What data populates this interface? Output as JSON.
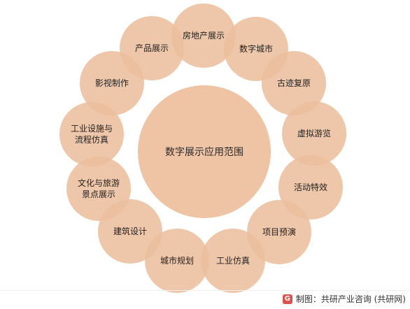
{
  "center_label": "数字展示应用范围",
  "nodes": [
    {
      "label": "房地产展示"
    },
    {
      "label": "数字城市"
    },
    {
      "label": "古迹复原"
    },
    {
      "label": "虚拟游览"
    },
    {
      "label": "活动特效"
    },
    {
      "label": "项目预演"
    },
    {
      "label": "工业仿真"
    },
    {
      "label": "城市规划"
    },
    {
      "label": "建筑设计"
    },
    {
      "label": "文化与旅游\n景点展示"
    },
    {
      "label": "工业设施与\n流程仿真"
    },
    {
      "label": "影视制作"
    },
    {
      "label": "产品展示"
    }
  ],
  "footer": {
    "text": "制图：共研产业咨询 (共研网)",
    "logo_letter": "G"
  },
  "colors": {
    "node_fill": "#ecbe9d",
    "center_fill": "#eec4a4"
  }
}
